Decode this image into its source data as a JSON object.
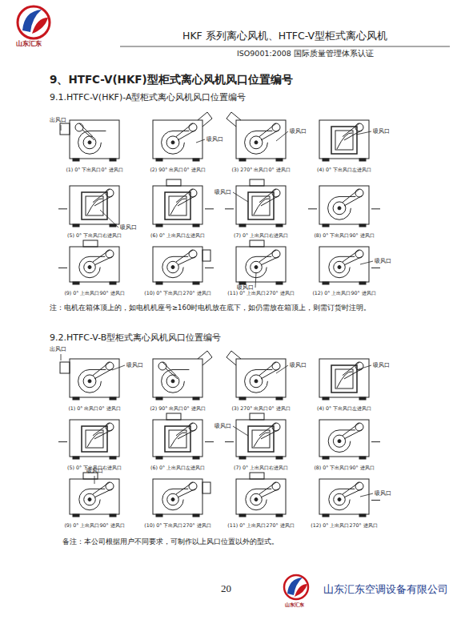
{
  "diagram": {
    "title": "9、HTFC-V(HKF)型柜式离心风机风口位置编号",
    "labels": [
      "山东汇东",
      "HKF 系列离心风机、HTFC-V型柜式离心风机",
      "ISO9001:2008 国际质量管理体系认证",
      "9.1.HTFC-V(HKF)-A型柜式离心风机风口位置编号",
      "(1) 0° 下出风口0° 进风口",
      "(2) 90° 出风口0° 进风口",
      "(3) 270° 出风口0° 进风口",
      "(4) 0° 下出风口左进风口",
      "(5) 0° 下出风口右进风口",
      "(6) 0° 上出风口左进风口",
      "(7) 0° 上出风口右进风口",
      "(8) 0° 下出风口90° 进风口",
      "(9) 0° 上出风口90° 进风口",
      "(10) 0° 下出风口270° 进风口",
      "(11) 0° 上出风口270° 进风口",
      "(12) 0° 上出风口90° 进风口",
      "出风口",
      "吸风口",
      "吸风口",
      "吸风口",
      "吸风口",
      "吸风口",
      "吸风口",
      "吸风口",
      "注：电机在箱体顶上的，如电机机座号≥160时电机放在底下，如仍需放在箱顶上，则需订货时注明。",
      "9.2.HTFC-V-B型柜式离心风机风口位置编号",
      "(1) 0° 出风口0° 进风口",
      "(2) 90° 出风口0° 进风口",
      "(3) 270° 出风口0° 进风口",
      "(4) 0° 下出风口左进风口",
      "(5) 0° 下出风口右进风口",
      "(6) 0° 上出风口左进风口",
      "(7) 0° 上出风口右进风口",
      "(8) 0° 下出风口90° 进风口",
      "(9) 0° 上出风口90° 进风口",
      "(10) 0° 下出风口270° 进风口",
      "(11) 0° 上出风口270° 进风口",
      "(12) 0° 上出风口270° 进风口",
      "出风口",
      "吸风口",
      "吸风口",
      "吸风口",
      "吸风口",
      "吸风口",
      "吸风口",
      "备注：本公司根据用户不同要求，可制作以上风口位置以外的型式。",
      "20",
      "山东汇东",
      "山东汇东空调设备有限公司"
    ]
  }
}
